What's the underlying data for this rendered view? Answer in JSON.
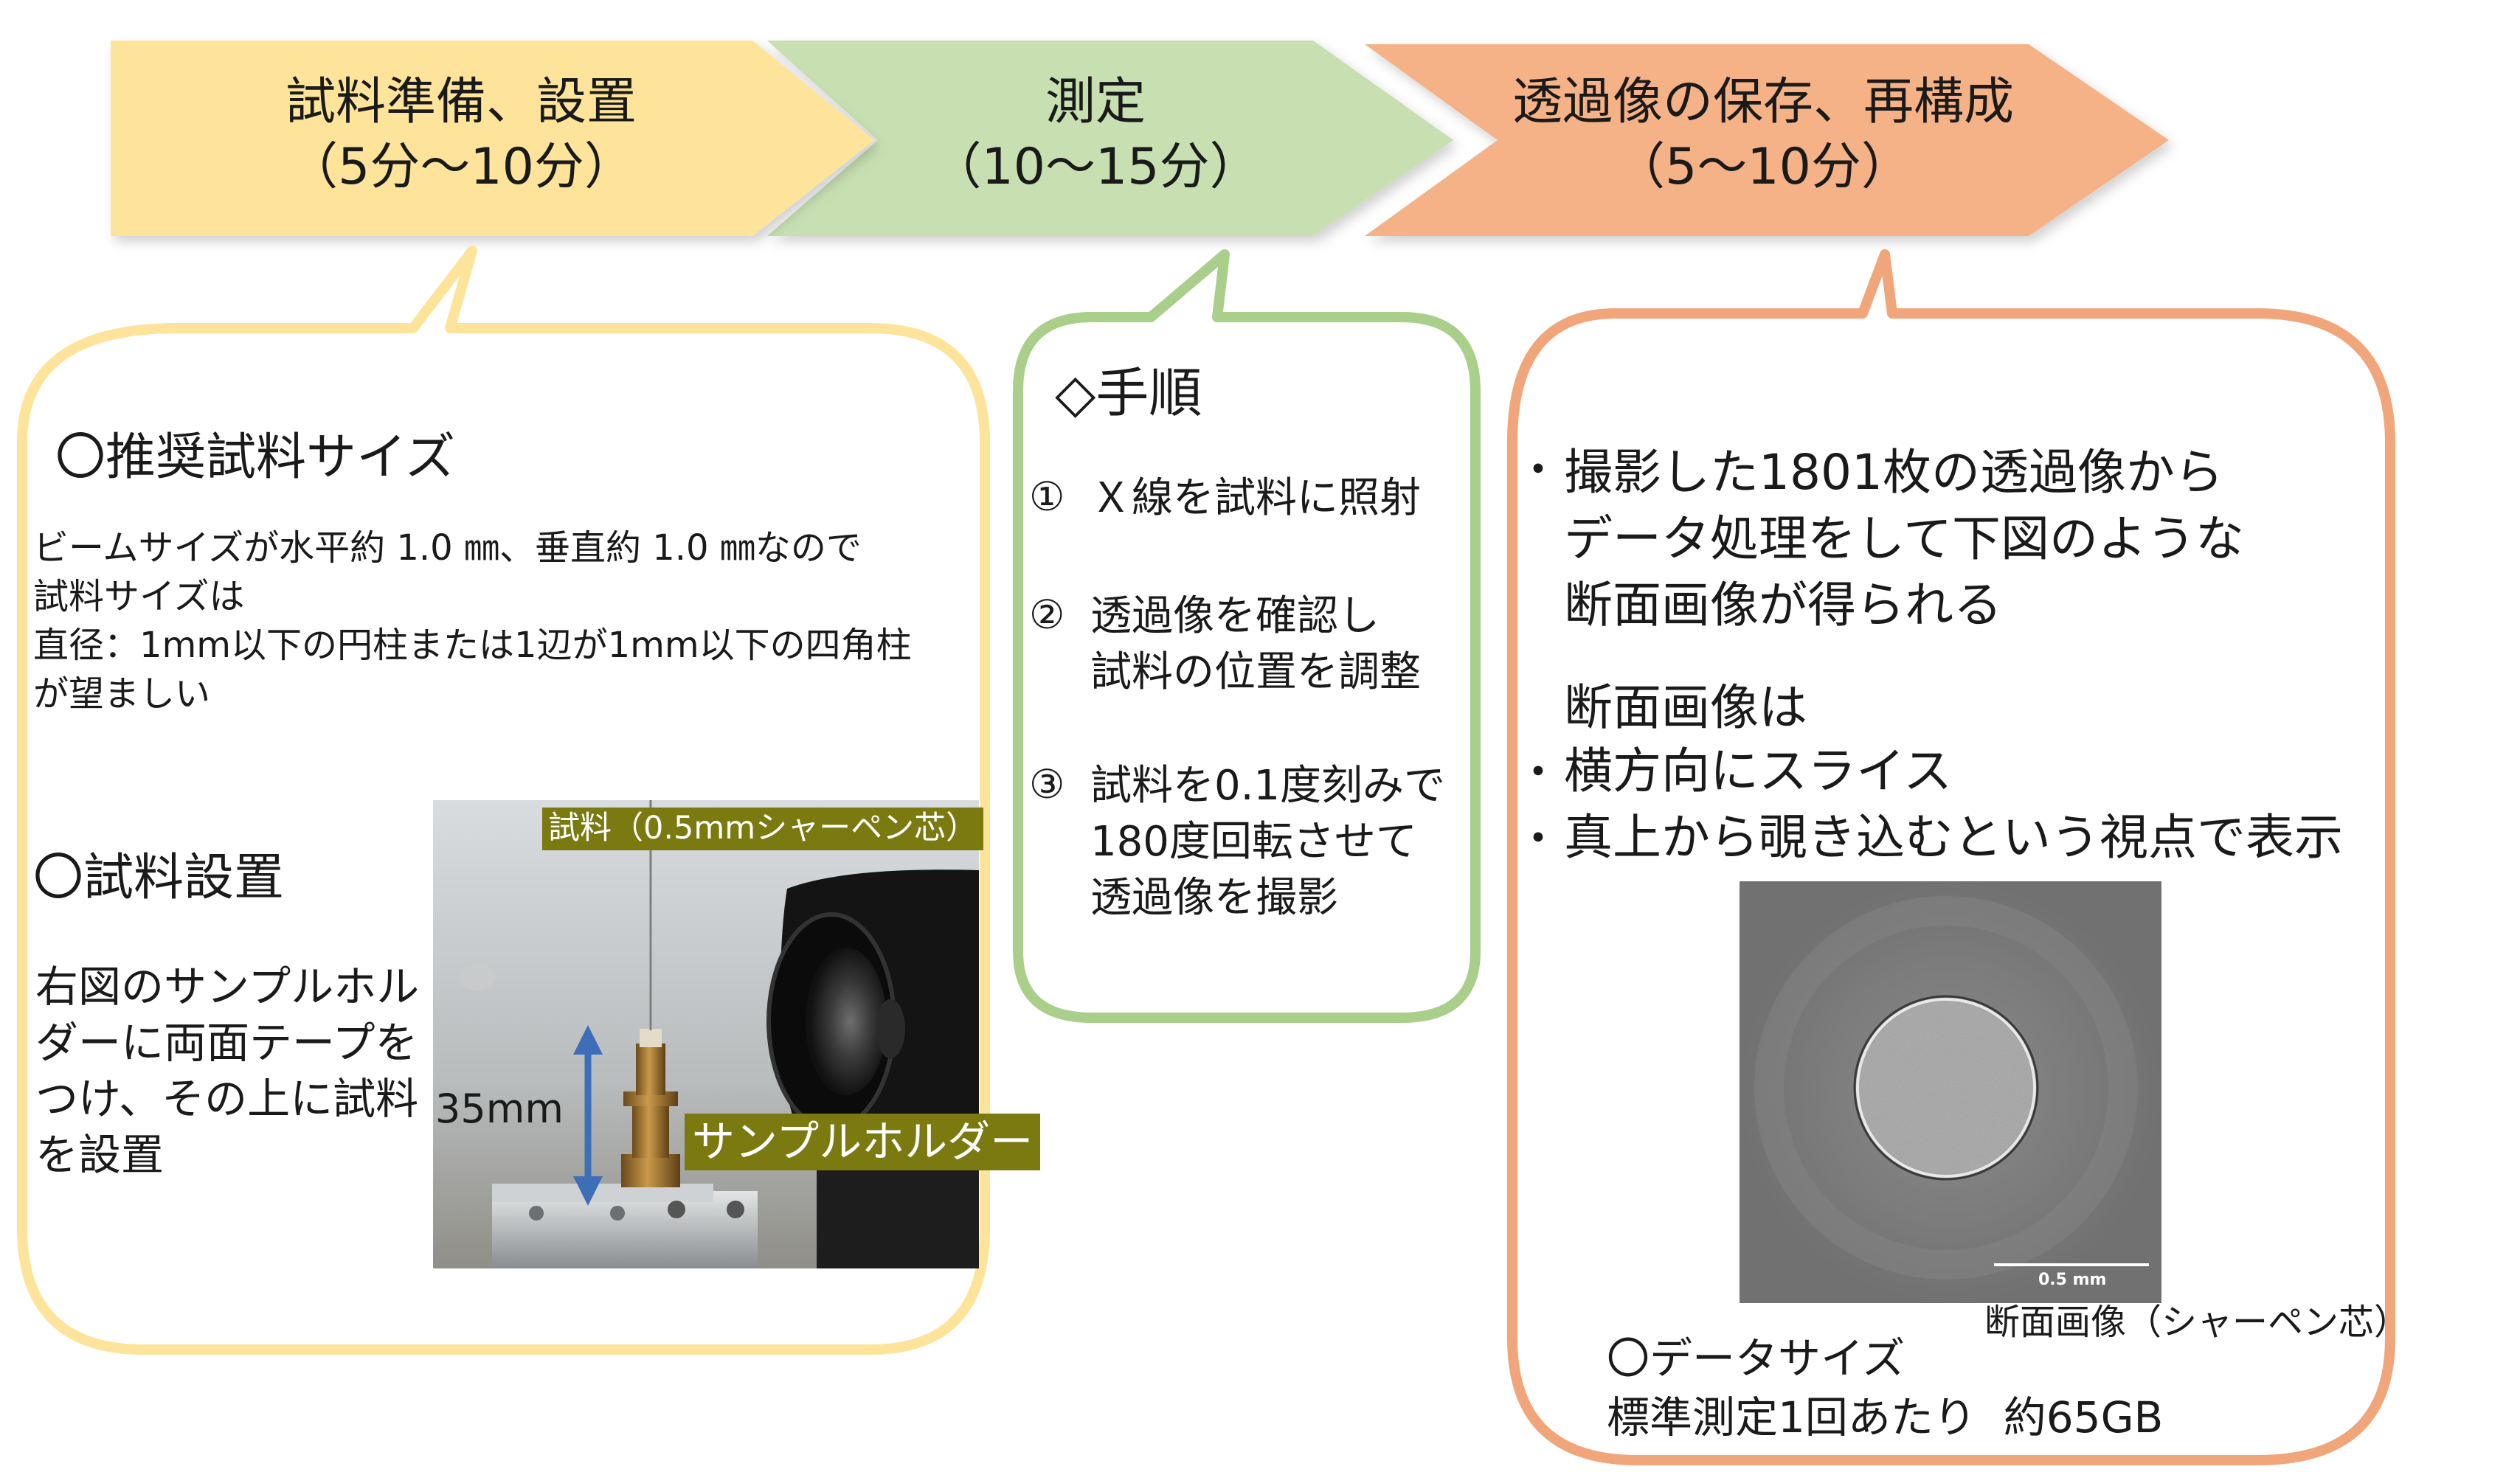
{
  "flow": {
    "steps": [
      {
        "title": "試料準備、設置",
        "time": "（5分～10分）",
        "color": "#fde49a"
      },
      {
        "title": "測定",
        "time": "（10～15分）",
        "color": "#c7dfb1"
      },
      {
        "title": "透過像の保存、再構成",
        "time": "（5～10分）",
        "color": "#f5b287"
      }
    ]
  },
  "prep_box": {
    "border_color": "#fde49a",
    "size_heading": "〇推奨試料サイズ",
    "size_lines": [
      "ビームサイズが水平約 1.0 ㎜、垂直約 1.0 ㎜なので",
      "試料サイズは",
      "直径：1mm以下の円柱または1辺が1mm以下の四角柱",
      "が望ましい"
    ],
    "setup_heading": "〇試料設置",
    "setup_lines": [
      "右図のサンプルホル",
      "ダーに両面テープを",
      "つけ、その上に試料",
      "を設置"
    ],
    "photo_labels": {
      "sample": "試料（0.5mmシャーペン芯）",
      "holder": "サンプルホルダー",
      "dimension": "35mm"
    }
  },
  "measure_box": {
    "border_color": "#a9cf8a",
    "heading": "◇手順",
    "items": [
      {
        "num": "①",
        "lines": [
          "Ｘ線を試料に照射"
        ]
      },
      {
        "num": "②",
        "lines": [
          "透過像を確認し",
          "試料の位置を調整"
        ]
      },
      {
        "num": "③",
        "lines": [
          "試料を0.1度刻みで",
          "180度回転させて",
          "透過像を撮影"
        ]
      }
    ]
  },
  "recon_box": {
    "border_color": "#f0a57a",
    "bullet": "・",
    "lines_1": [
      "撮影した1801枚の透過像から",
      "データ処理をして下図のような",
      "断面画像が得られる"
    ],
    "subheading": "断面画像は",
    "bullets_2": [
      "横方向にスライス",
      "真上から覗き込むという視点で表示"
    ],
    "image_scale": "0.5 mm",
    "image_caption": "断面画像（シャーペン芯）",
    "data_heading": "〇データサイズ",
    "data_line": "標準測定1回あたり  約65GB"
  }
}
